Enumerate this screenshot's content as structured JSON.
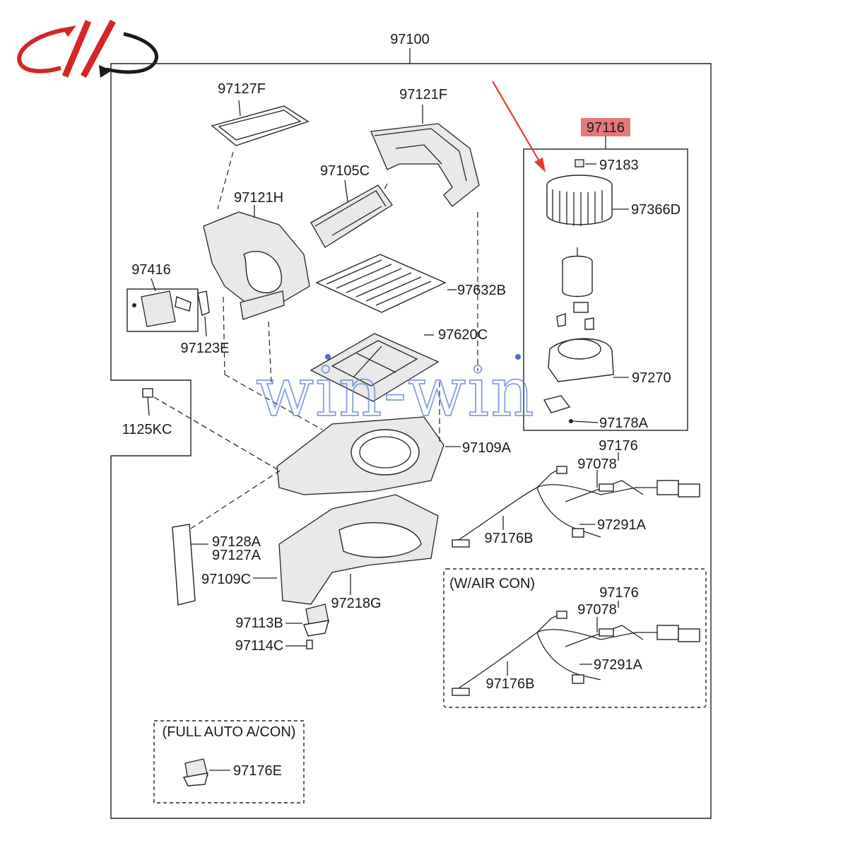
{
  "logo": {
    "name": "brand-logo",
    "text": ""
  },
  "watermark": "win-win",
  "highlight_color": "#e06060",
  "arrow_color": "#e23b2e",
  "labels": {
    "l97100": "97100",
    "l97127F": "97127F",
    "l97121F": "97121F",
    "l97116": "97116",
    "l97183": "97183",
    "l97105C": "97105C",
    "l97121H": "97121H",
    "l97366D": "97366D",
    "l97416": "97416",
    "l97632B": "97632B",
    "l97123E": "97123E",
    "l97620C": "97620C",
    "l97270": "97270",
    "l1125KC": "1125KC",
    "l97178A": "97178A",
    "l97109A": "97109A",
    "l97176": "97176",
    "l97078": "97078",
    "l97291A": "97291A",
    "l97128A": "97128A",
    "l97127A": "97127A",
    "l97176B": "97176B",
    "l97109C": "97109C",
    "l97218G": "97218G",
    "l97113B": "97113B",
    "l97114C": "97114C",
    "l97176E": "97176E",
    "aircon_title": "(W/AIR CON)",
    "aircon_97176": "97176",
    "aircon_97078": "97078",
    "aircon_97291A": "97291A",
    "aircon_97176B": "97176B",
    "fullauto_title": "(FULL AUTO A/CON)"
  }
}
